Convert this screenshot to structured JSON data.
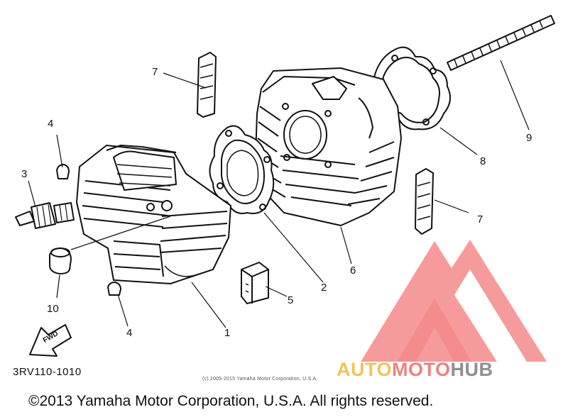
{
  "diagram": {
    "parts": [
      {
        "id": "1",
        "label": "1"
      },
      {
        "id": "2",
        "label": "2"
      },
      {
        "id": "3",
        "label": "3"
      },
      {
        "id": "4a",
        "label": "4"
      },
      {
        "id": "4b",
        "label": "4"
      },
      {
        "id": "5",
        "label": "5"
      },
      {
        "id": "6",
        "label": "6"
      },
      {
        "id": "7a",
        "label": "7"
      },
      {
        "id": "7b",
        "label": "7"
      },
      {
        "id": "8",
        "label": "8"
      },
      {
        "id": "9",
        "label": "9"
      },
      {
        "id": "10",
        "label": "10"
      }
    ],
    "fwd_label": "FWD",
    "part_code": "3RV110-1010",
    "small_copyright": "(c) 2005-2015 Yamaha Motor Corporation, U.S.A.",
    "copyright": "©2013 Yamaha Motor Corporation, U.S.A. All rights reserved."
  },
  "watermark": {
    "text_a": "AUTO",
    "text_b": "MOTO",
    "text_c": "HUB",
    "colors": {
      "auto": "#f2c35a",
      "moto": "#f08080",
      "hub": "#8f8f8f",
      "triangle": "#f26a6a"
    }
  }
}
